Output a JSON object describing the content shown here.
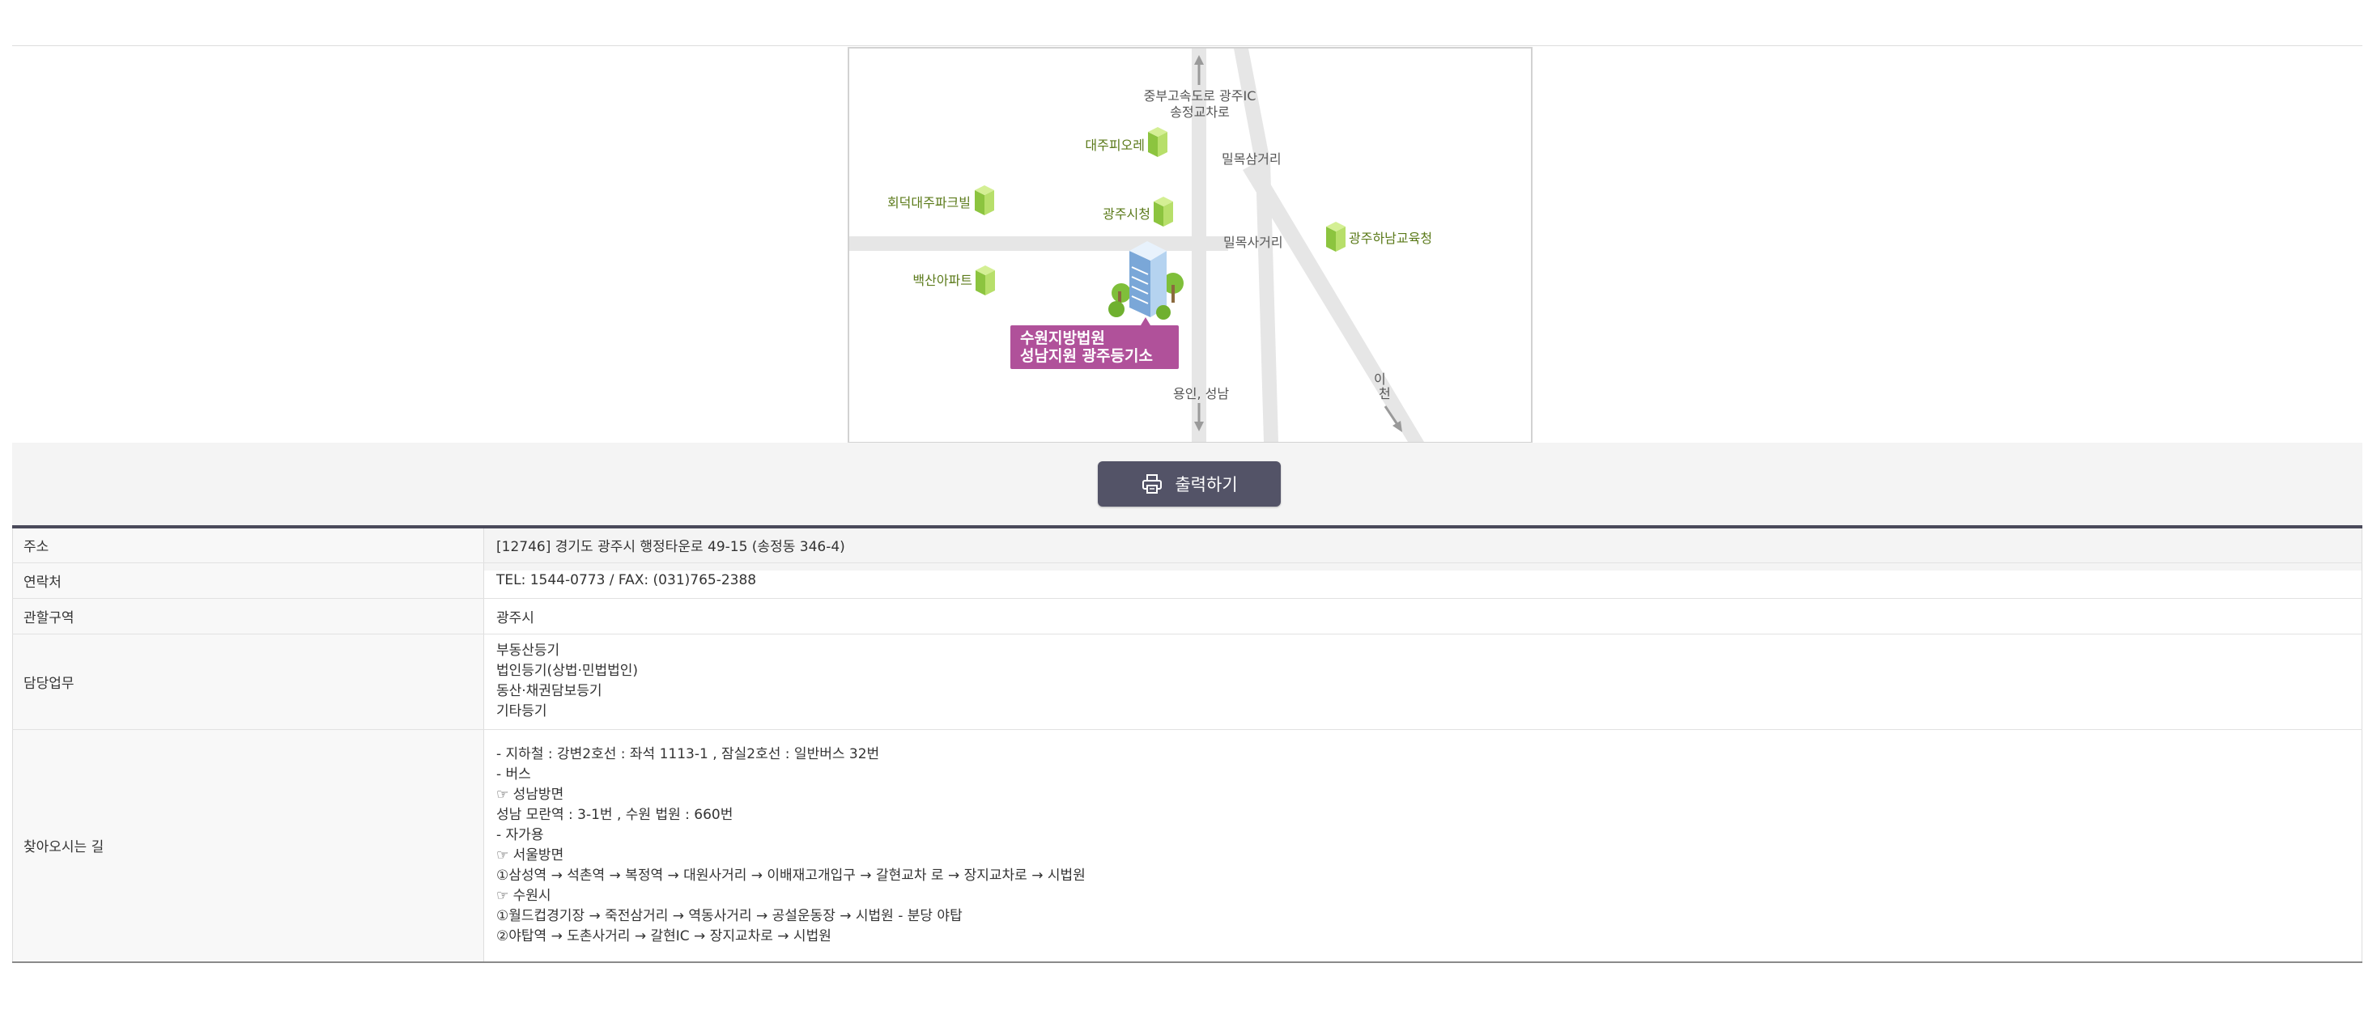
{
  "map": {
    "labels": {
      "north_road": "중부고속도로 광주IC",
      "north_road2": "송정교차로",
      "daeju": "대주피오레",
      "milmok3": "밀목삼거리",
      "hoedeok": "회덕대주파크빌",
      "gwangju_city": "광주시청",
      "milmok4": "밀목사거리",
      "edu_office": "광주하남교육청",
      "baeksan": "백산아파트",
      "yongin": "용인, 성남",
      "icheon_1": "이",
      "icheon_2": "천"
    },
    "callout": {
      "line1": "수원지방법원",
      "line2": "성남지원 광주등기소"
    },
    "colors": {
      "road": "#e6e6e6",
      "arrow": "#9a9a9a",
      "place_text": "#5b7a1a",
      "building_green": "#9bd04c",
      "callout_bg": "#b0519a"
    }
  },
  "print_button": {
    "label": "출력하기",
    "icon": "printer-icon"
  },
  "info": {
    "address": {
      "label": "주소",
      "value": "[12746] 경기도 광주시 행정타운로 49-15 (송정동 346-4)"
    },
    "contact": {
      "label": "연락처",
      "value": "TEL: 1544-0773 / FAX: (031)765-2388"
    },
    "jurisdiction": {
      "label": "관할구역",
      "value": "광주시"
    },
    "duties": {
      "label": "담당업무",
      "lines": [
        "부동산등기",
        "법인등기(상법·민법법인)",
        "동산·채권담보등기",
        "기타등기"
      ]
    },
    "directions": {
      "label": "찾아오시는 길",
      "lines": [
        "- 지하철 : 강변2호선 : 좌석 1113-1 , 잠실2호선 : 일반버스 32번",
        "",
        "- 버스",
        "☞ 성남방면",
        "성남 모란역 : 3-1번 , 수원 법원 : 660번",
        "- 자가용",
        "☞ 서울방면",
        "①삼성역 → 석촌역 → 복정역 → 대원사거리 → 이배재고개입구 → 갈현교차 로 → 장지교차로 → 시법원",
        "☞ 수원시",
        "①월드컵경기장 → 죽전삼거리 → 역동사거리 → 공설운동장 → 시법원 - 분당 야탑",
        "②야탑역 → 도촌사거리 → 갈현IC → 장지교차로 → 시법원"
      ]
    }
  }
}
